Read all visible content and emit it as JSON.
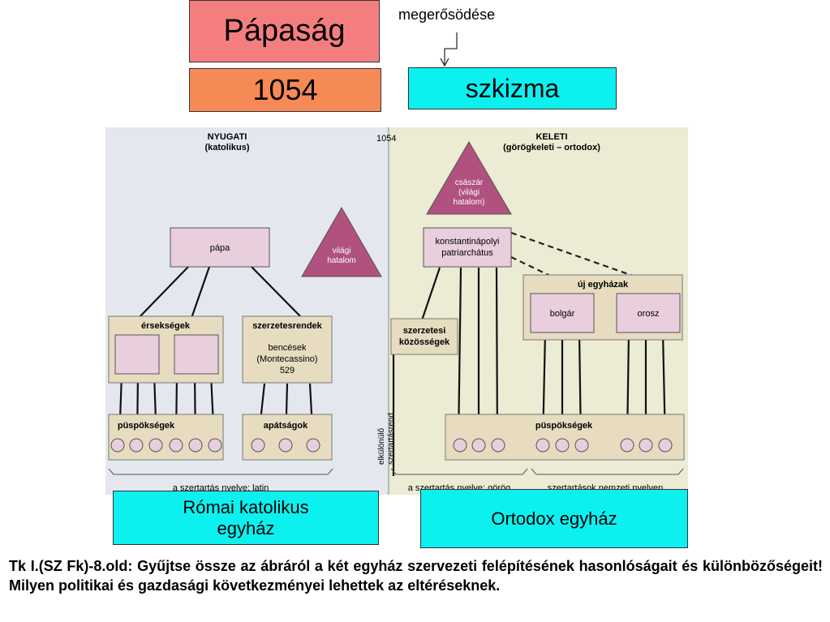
{
  "header": {
    "title": "Pápaság",
    "year": "1054",
    "schism": "szkizma",
    "strengthening": "megerősödése"
  },
  "diagram": {
    "year_marker": "1054",
    "west": {
      "title": "NYUGATI",
      "subtitle": "(katolikus)",
      "pope": "pápa",
      "secular_power": [
        "világi",
        "hatalom"
      ],
      "archbishoprics": "érsekségek",
      "monastic_orders": "szerzetesrendek",
      "benedictines": [
        "bencések",
        "(Montecassino)",
        "529"
      ],
      "bishoprics": "püspökségek",
      "abbeys": "apátságok",
      "liturgy_language": "a szertartás nyelve: latin"
    },
    "east": {
      "title": "KELETI",
      "subtitle": "(görögkeleti – ortodox)",
      "emperor": [
        "császár",
        "(világi",
        "hatalom)"
      ],
      "patriarchate": [
        "konstantinápolyi",
        "patriarchátus"
      ],
      "new_churches": "új egyházak",
      "bulgarian": "bolgár",
      "russian": "orosz",
      "monastic_communities": [
        "szerzetesi",
        "közösségek"
      ],
      "bishoprics": "püspökségek",
      "separate_rite": [
        "elkülönülő",
        "szertartásrend"
      ],
      "liturgy_language_greek": "a szertartás nyelve: görög",
      "liturgy_national": "szertartások nemzeti nyelven"
    }
  },
  "footer": {
    "roman_catholic": "Római katolikus egyház",
    "orthodox": "Ortodox egyház",
    "question": "Tk I.(SZ Fk)-8.old: Gyűjtse össze az ábráról a két egyház szervezeti felépítésének hasonlóságait és különbözőségeit! Milyen politikai és gazdasági következményei lehettek az eltéréseknek."
  },
  "colors": {
    "title_box": "#f47e7f",
    "year_box": "#f68a57",
    "cyan_box": "#0cf0f0",
    "west_bg": "#e4e8ee",
    "east_bg": "#ecebd3",
    "group_box": "#e7dcc0",
    "pink_box": "#e9cede",
    "triangle": "#b0517f"
  }
}
